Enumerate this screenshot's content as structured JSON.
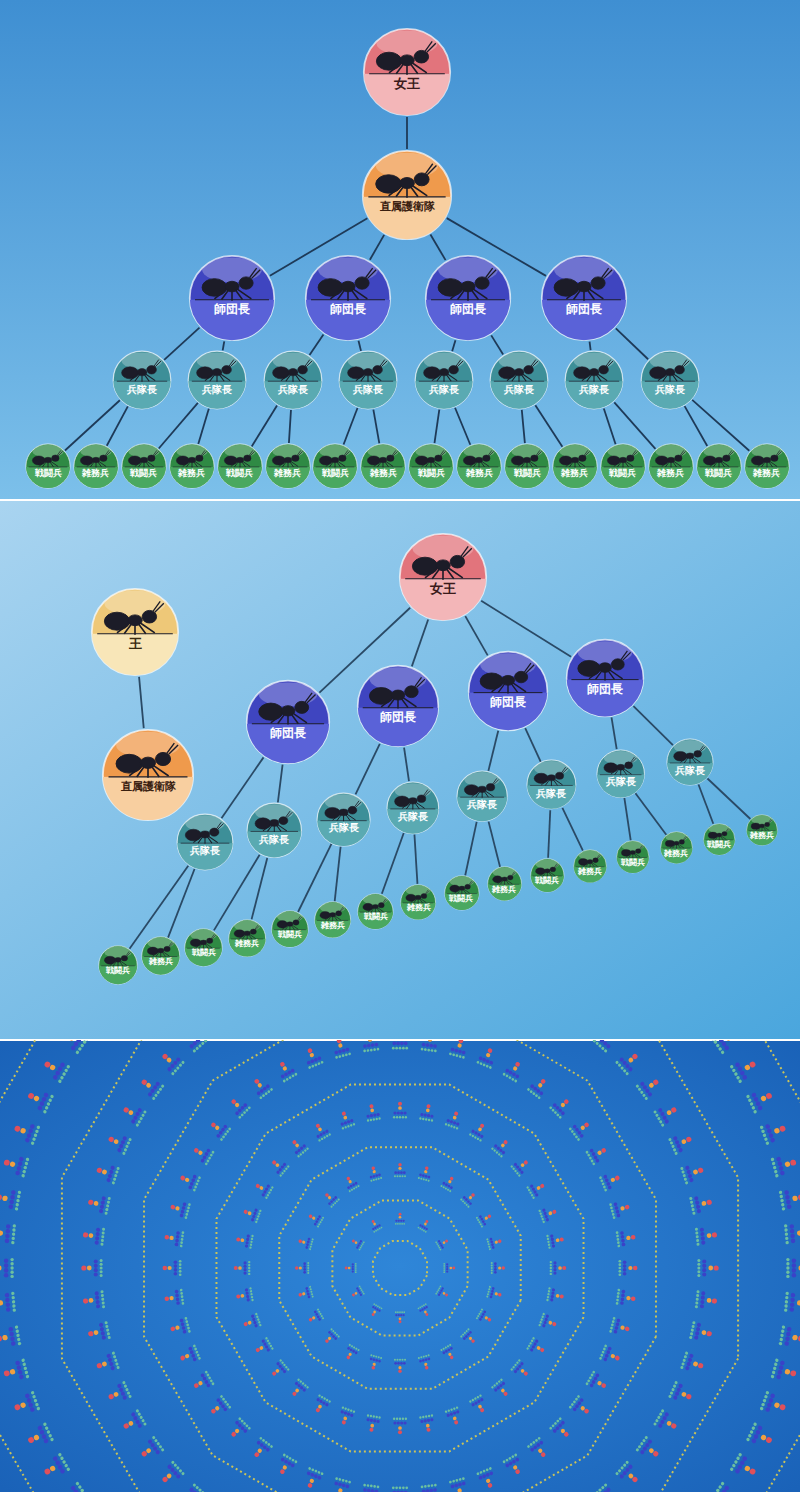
{
  "diagram": {
    "nodes": [
      {
        "text": [
          "女王"
        ]
      },
      {
        "text": [
          "直属護衛隊"
        ]
      },
      {
        "text": [
          "師団長"
        ]
      },
      {
        "text": [
          "師団長"
        ]
      },
      {
        "text": [
          "師団長"
        ]
      },
      {
        "text": [
          "師団長"
        ]
      },
      {
        "text": [
          "兵隊長"
        ]
      },
      {
        "text": [
          "兵隊長"
        ]
      },
      {
        "text": [
          "兵隊長"
        ]
      },
      {
        "text": [
          "兵隊長"
        ]
      },
      {
        "text": [
          "兵隊長"
        ]
      },
      {
        "text": [
          "兵隊長"
        ]
      },
      {
        "text": [
          "兵隊長"
        ]
      },
      {
        "text": [
          "兵隊長"
        ]
      },
      {
        "text": [
          "戦闘兵"
        ]
      },
      {
        "text": [
          "雑務兵"
        ]
      },
      {
        "text": [
          "戦闘兵"
        ]
      },
      {
        "text": [
          "雑務兵"
        ]
      },
      {
        "text": [
          "戦闘兵"
        ]
      },
      {
        "text": [
          "雑務兵"
        ]
      },
      {
        "text": [
          "戦闘兵"
        ]
      },
      {
        "text": [
          "雑務兵"
        ]
      },
      {
        "text": [
          "戦闘兵"
        ]
      },
      {
        "text": [
          "雑務兵"
        ]
      },
      {
        "text": [
          "戦闘兵"
        ]
      },
      {
        "text": [
          "雑務兵"
        ]
      },
      {
        "text": [
          "戦闘兵"
        ]
      },
      {
        "text": [
          "雑務兵"
        ]
      },
      {
        "text": [
          "戦闘兵"
        ]
      },
      {
        "text": [
          "雑務兵"
        ]
      },
      {
        "text": [
          "王"
        ]
      },
      {
        "text": [
          "直属護衛隊"
        ]
      },
      {
        "text": [
          "女王"
        ]
      },
      {
        "text": [
          "師団長"
        ]
      },
      {
        "text": [
          "師団長"
        ]
      },
      {
        "text": [
          "師団長"
        ]
      },
      {
        "text": [
          "師団長"
        ]
      },
      {
        "text": [
          "兵隊長"
        ]
      },
      {
        "text": [
          "兵隊長"
        ]
      },
      {
        "text": [
          "兵隊長"
        ]
      },
      {
        "text": [
          "兵隊長"
        ]
      },
      {
        "text": [
          "兵隊長"
        ]
      },
      {
        "text": [
          "兵隊長"
        ]
      },
      {
        "text": [
          "兵隊長"
        ]
      },
      {
        "text": [
          "兵隊長"
        ]
      },
      {
        "text": [
          "戦闘兵"
        ]
      },
      {
        "text": [
          "雑務兵"
        ]
      },
      {
        "text": [
          "戦闘兵"
        ]
      },
      {
        "text": [
          "雑務兵"
        ]
      },
      {
        "text": [
          "戦闘兵"
        ]
      },
      {
        "text": [
          "雑務兵"
        ]
      },
      {
        "text": [
          "戦闘兵"
        ]
      },
      {
        "text": [
          "雑務兵"
        ]
      },
      {
        "text": [
          "戦闘兵"
        ]
      },
      {
        "text": [
          "雑務兵"
        ]
      },
      {
        "text": [
          "戦闘兵"
        ]
      },
      {
        "text": [
          "雑務兵"
        ]
      },
      {
        "text": [
          "戦闘兵"
        ]
      },
      {
        "text": [
          "雑務兵"
        ]
      },
      {
        "text": [
          "戦闘兵"
        ]
      },
      {
        "text": [
          "雑務兵"
        ]
      }
    ],
    "edges": [
      {
        "from": 0,
        "to": 1,
        "arrow": "none"
      },
      {
        "from": 1,
        "to": 2,
        "arrow": "none"
      },
      {
        "from": 1,
        "to": 3,
        "arrow": "none"
      },
      {
        "from": 1,
        "to": 4,
        "arrow": "none"
      },
      {
        "from": 1,
        "to": 5,
        "arrow": "none"
      },
      {
        "from": 2,
        "to": 6,
        "arrow": "none"
      },
      {
        "from": 2,
        "to": 7,
        "arrow": "none"
      },
      {
        "from": 3,
        "to": 8,
        "arrow": "none"
      },
      {
        "from": 3,
        "to": 9,
        "arrow": "none"
      },
      {
        "from": 4,
        "to": 10,
        "arrow": "none"
      },
      {
        "from": 4,
        "to": 11,
        "arrow": "none"
      },
      {
        "from": 5,
        "to": 12,
        "arrow": "none"
      },
      {
        "from": 5,
        "to": 13,
        "arrow": "none"
      },
      {
        "from": 6,
        "to": 14,
        "arrow": "none"
      },
      {
        "from": 6,
        "to": 15,
        "arrow": "none"
      },
      {
        "from": 7,
        "to": 16,
        "arrow": "none"
      },
      {
        "from": 7,
        "to": 17,
        "arrow": "none"
      },
      {
        "from": 8,
        "to": 18,
        "arrow": "none"
      },
      {
        "from": 8,
        "to": 19,
        "arrow": "none"
      },
      {
        "from": 9,
        "to": 20,
        "arrow": "none"
      },
      {
        "from": 9,
        "to": 21,
        "arrow": "none"
      },
      {
        "from": 10,
        "to": 22,
        "arrow": "none"
      },
      {
        "from": 10,
        "to": 23,
        "arrow": "none"
      },
      {
        "from": 11,
        "to": 24,
        "arrow": "none"
      },
      {
        "from": 11,
        "to": 25,
        "arrow": "none"
      },
      {
        "from": 12,
        "to": 26,
        "arrow": "none"
      },
      {
        "from": 12,
        "to": 27,
        "arrow": "none"
      },
      {
        "from": 13,
        "to": 28,
        "arrow": "none"
      },
      {
        "from": 13,
        "to": 29,
        "arrow": "none"
      },
      {
        "from": 30,
        "to": 31,
        "arrow": "none"
      },
      {
        "from": 32,
        "to": 33,
        "arrow": "none"
      },
      {
        "from": 32,
        "to": 34,
        "arrow": "none"
      },
      {
        "from": 32,
        "to": 35,
        "arrow": "none"
      },
      {
        "from": 32,
        "to": 36,
        "arrow": "none"
      },
      {
        "from": 33,
        "to": 37,
        "arrow": "none"
      },
      {
        "from": 33,
        "to": 38,
        "arrow": "none"
      },
      {
        "from": 34,
        "to": 39,
        "arrow": "none"
      },
      {
        "from": 34,
        "to": 40,
        "arrow": "none"
      },
      {
        "from": 35,
        "to": 41,
        "arrow": "none"
      },
      {
        "from": 35,
        "to": 42,
        "arrow": "none"
      },
      {
        "from": 36,
        "to": 43,
        "arrow": "none"
      },
      {
        "from": 36,
        "to": 44,
        "arrow": "none"
      },
      {
        "from": 37,
        "to": 45,
        "arrow": "none"
      },
      {
        "from": 37,
        "to": 46,
        "arrow": "none"
      },
      {
        "from": 38,
        "to": 47,
        "arrow": "none"
      },
      {
        "from": 38,
        "to": 48,
        "arrow": "none"
      },
      {
        "from": 39,
        "to": 49,
        "arrow": "none"
      },
      {
        "from": 39,
        "to": 50,
        "arrow": "none"
      },
      {
        "from": 40,
        "to": 51,
        "arrow": "none"
      },
      {
        "from": 40,
        "to": 52,
        "arrow": "none"
      },
      {
        "from": 41,
        "to": 53,
        "arrow": "none"
      },
      {
        "from": 41,
        "to": 54,
        "arrow": "none"
      },
      {
        "from": 42,
        "to": 55,
        "arrow": "none"
      },
      {
        "from": 42,
        "to": 56,
        "arrow": "none"
      },
      {
        "from": 43,
        "to": 57,
        "arrow": "none"
      },
      {
        "from": 43,
        "to": 58,
        "arrow": "none"
      },
      {
        "from": 44,
        "to": 59,
        "arrow": "none"
      },
      {
        "from": 44,
        "to": 60,
        "arrow": "none"
      }
    ]
  }
}
